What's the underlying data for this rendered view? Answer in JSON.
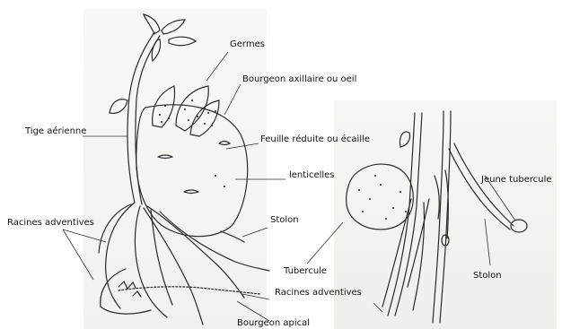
{
  "labels": {
    "germes": "Germes",
    "bourgeon_axillaire": "Bourgeon axillaire ou oeil",
    "tige_aerienne": "Tige aérienne",
    "feuille_reduite": "Feuille réduite ou écaille",
    "lenticelles": "lenticelles",
    "racines_left": "Racines adventives",
    "stolon_left": "Stolon",
    "bourgeon_apical": "Bourgeon apical",
    "jeune_tubercule": "Jeune tubercule",
    "tubercule": "Tubercule",
    "stolon_right": "Stolon",
    "racines_right": "Racines adventives"
  },
  "colors": {
    "ink": "#2a2a2a",
    "paper": "#f4f4f1"
  }
}
